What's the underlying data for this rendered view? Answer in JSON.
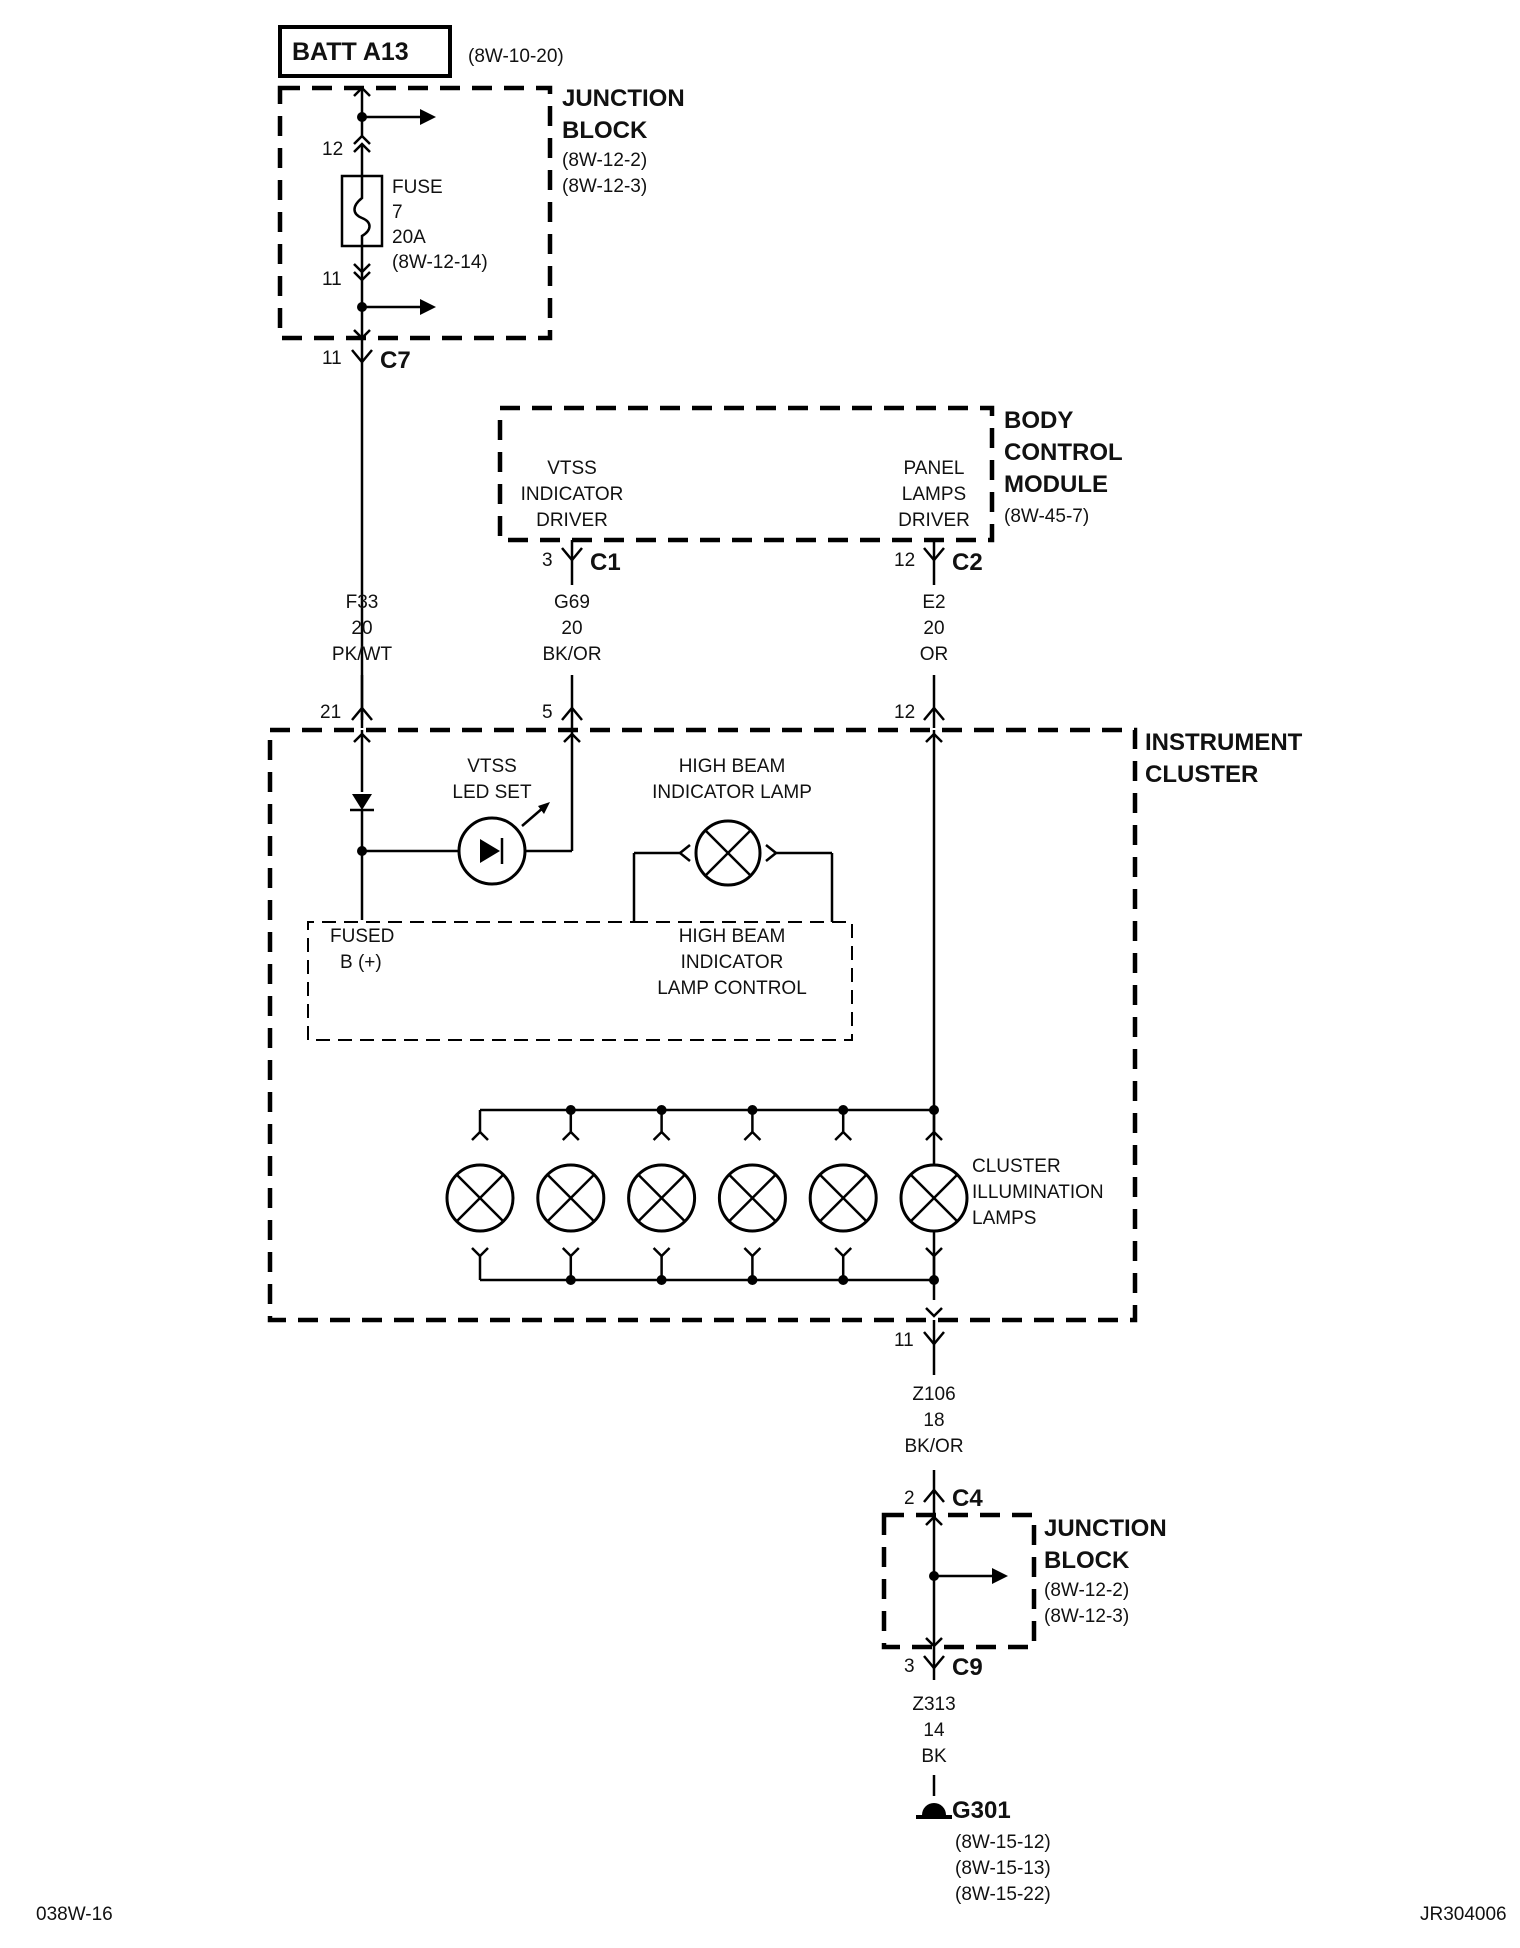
{
  "battery": {
    "label": "BATT A13",
    "ref": "(8W-10-20)"
  },
  "junction_block_top": {
    "title_line1": "JUNCTION",
    "title_line2": "BLOCK",
    "ref1": "(8W-12-2)",
    "ref2": "(8W-12-3)",
    "fuse": {
      "label": "FUSE",
      "number": "7",
      "rating": "20A",
      "ref": "(8W-12-14)"
    },
    "pin_in": "12",
    "pin_out": "11"
  },
  "connector_c7": {
    "pin": "11",
    "name": "C7"
  },
  "body_control_module": {
    "title_line1": "BODY",
    "title_line2": "CONTROL",
    "title_line3": "MODULE",
    "ref": "(8W-45-7)",
    "vtss_driver": [
      "VTSS",
      "INDICATOR",
      "DRIVER"
    ],
    "panel_driver": [
      "PANEL",
      "LAMPS",
      "DRIVER"
    ],
    "c1": {
      "pin": "3",
      "name": "C1"
    },
    "c2": {
      "pin": "12",
      "name": "C2"
    }
  },
  "wires": {
    "f33": {
      "circuit": "F33",
      "gauge": "20",
      "color": "PK/WT"
    },
    "g69": {
      "circuit": "G69",
      "gauge": "20",
      "color": "BK/OR"
    },
    "e2": {
      "circuit": "E2",
      "gauge": "20",
      "color": "OR"
    },
    "z106": {
      "circuit": "Z106",
      "gauge": "18",
      "color": "BK/OR"
    },
    "z313": {
      "circuit": "Z313",
      "gauge": "14",
      "color": "BK"
    }
  },
  "instrument_cluster": {
    "title_line1": "INSTRUMENT",
    "title_line2": "CLUSTER",
    "pin_f33": "21",
    "pin_g69": "5",
    "pin_e2": "12",
    "pin_ground": "11",
    "vtss_led": [
      "VTSS",
      "LED SET"
    ],
    "high_beam_lamp": [
      "HIGH BEAM",
      "INDICATOR LAMP"
    ],
    "fused_b": [
      "FUSED",
      "B (+)"
    ],
    "high_beam_control": [
      "HIGH BEAM",
      "INDICATOR",
      "LAMP CONTROL"
    ],
    "illumination": [
      "CLUSTER",
      "ILLUMINATION",
      "LAMPS"
    ],
    "lamp_count": 6
  },
  "connector_c4": {
    "pin": "2",
    "name": "C4"
  },
  "junction_block_bottom": {
    "title_line1": "JUNCTION",
    "title_line2": "BLOCK",
    "ref1": "(8W-12-2)",
    "ref2": "(8W-12-3)"
  },
  "connector_c9": {
    "pin": "3",
    "name": "C9"
  },
  "ground": {
    "name": "G301",
    "refs": [
      "(8W-15-12)",
      "(8W-15-13)",
      "(8W-15-22)"
    ]
  },
  "footer": {
    "left": "038W-16",
    "right": "JR304006"
  }
}
